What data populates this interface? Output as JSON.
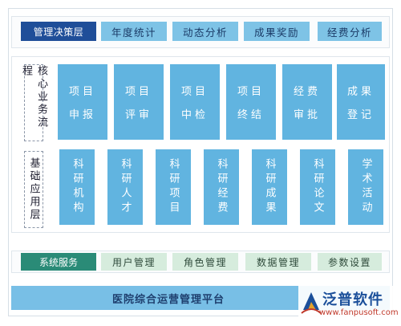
{
  "decision": {
    "label": "管理决策层",
    "items": [
      "年度统计",
      "动态分析",
      "成果奖励",
      "经费分析"
    ]
  },
  "core": {
    "label": "核心业务流程",
    "items": [
      [
        "项目",
        "申报"
      ],
      [
        "项目",
        "评审"
      ],
      [
        "项目",
        "中检"
      ],
      [
        "项目",
        "终结"
      ],
      [
        "经费",
        "审批"
      ],
      [
        "成果",
        "登记"
      ]
    ]
  },
  "base": {
    "label": "基础应用层",
    "items": [
      "科研机构",
      "科研人才",
      "科研项目",
      "科研经费",
      "科研成果",
      "科研论文",
      "学术活动"
    ]
  },
  "system": {
    "label": "系统服务",
    "items": [
      "用户管理",
      "角色管理",
      "数据管理",
      "参数设置"
    ]
  },
  "platform": {
    "label": "医院综合运营管理平台"
  },
  "logo": {
    "name": "泛普软件",
    "url": "www.fanpusoft.com"
  },
  "colors": {
    "dark_blue": "#1f4e99",
    "light_blue": "#7ec3e6",
    "card_blue": "#61b4e0",
    "green_dark": "#2a8b77",
    "green_light": "#d6ecdd"
  }
}
